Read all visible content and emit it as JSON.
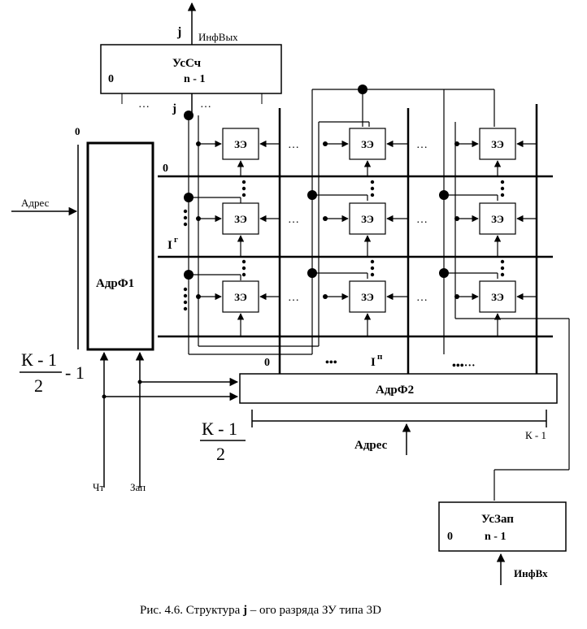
{
  "labels": {
    "top_j": "j",
    "info_out": "ИнфВых",
    "read_amp_name": "УсСч",
    "read_amp_left": "0",
    "read_amp_right": "n - 1",
    "dots": "…",
    "col_j": "j",
    "adr_left_zero": "0",
    "address_left": "Адрес",
    "row_0": "0",
    "row_i": "I",
    "row_i_sup": "г",
    "decoder1_name": "АдрФ1",
    "decoder2_name": "АдрФ2",
    "frac1_num": "К - 1",
    "frac1_den": "2",
    "frac1_suffix": "- 1",
    "frac2_num": "К - 1",
    "frac2_den": "2",
    "col_0": "0",
    "col_dots": "•••",
    "col_i": "I",
    "col_i_sup": "п",
    "col_end_dots": "•••···",
    "address_bottom": "Адрес",
    "k_minus_1": "К - 1",
    "read_signal": "Чт",
    "write_signal": "Зап",
    "write_amp_name": "УсЗап",
    "write_amp_left": "0",
    "write_amp_right": "n - 1",
    "info_in": "ИнфВх",
    "cell": "ЗЭ",
    "caption_prefix": "Рис. 4.6. Структура",
    "caption_j": "j",
    "caption_suffix": "– ого разряда ЗУ типа 3D"
  }
}
